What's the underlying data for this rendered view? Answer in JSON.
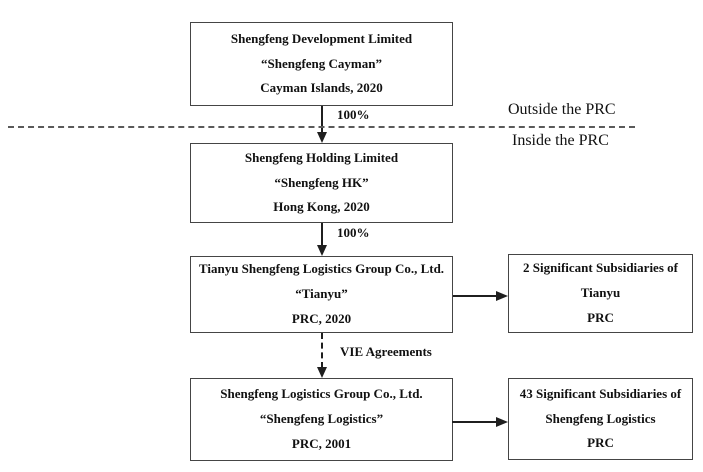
{
  "region_labels": {
    "outside": "Outside the PRC",
    "inside": "Inside the PRC"
  },
  "boxes": {
    "cayman": {
      "line1": "Shengfeng Development Limited",
      "line2": "“Shengfeng Cayman”",
      "line3": "Cayman Islands, 2020"
    },
    "hk": {
      "line1": "Shengfeng Holding Limited",
      "line2": "“Shengfeng HK”",
      "line3": "Hong Kong, 2020"
    },
    "tianyu": {
      "line1": "Tianyu Shengfeng Logistics Group Co., Ltd.",
      "line2": "“Tianyu”",
      "line3": "PRC, 2020"
    },
    "logistics": {
      "line1": "Shengfeng Logistics Group Co., Ltd.",
      "line2": "“Shengfeng Logistics”",
      "line3": "PRC, 2001"
    },
    "tianyu_subs": {
      "line1": "2 Significant Subsidiaries of",
      "line2": "Tianyu",
      "line3": "PRC"
    },
    "logistics_subs": {
      "line1": "43 Significant Subsidiaries of",
      "line2": "Shengfeng Logistics",
      "line3": "PRC"
    }
  },
  "edge_labels": {
    "ownership1": "100%",
    "ownership2": "100%",
    "vie": "VIE Agreements"
  },
  "colors": {
    "line": "#1f1f1f",
    "box_border": "#454545",
    "text": "#111111",
    "background": "#ffffff",
    "separator": "#5a5a5a"
  }
}
